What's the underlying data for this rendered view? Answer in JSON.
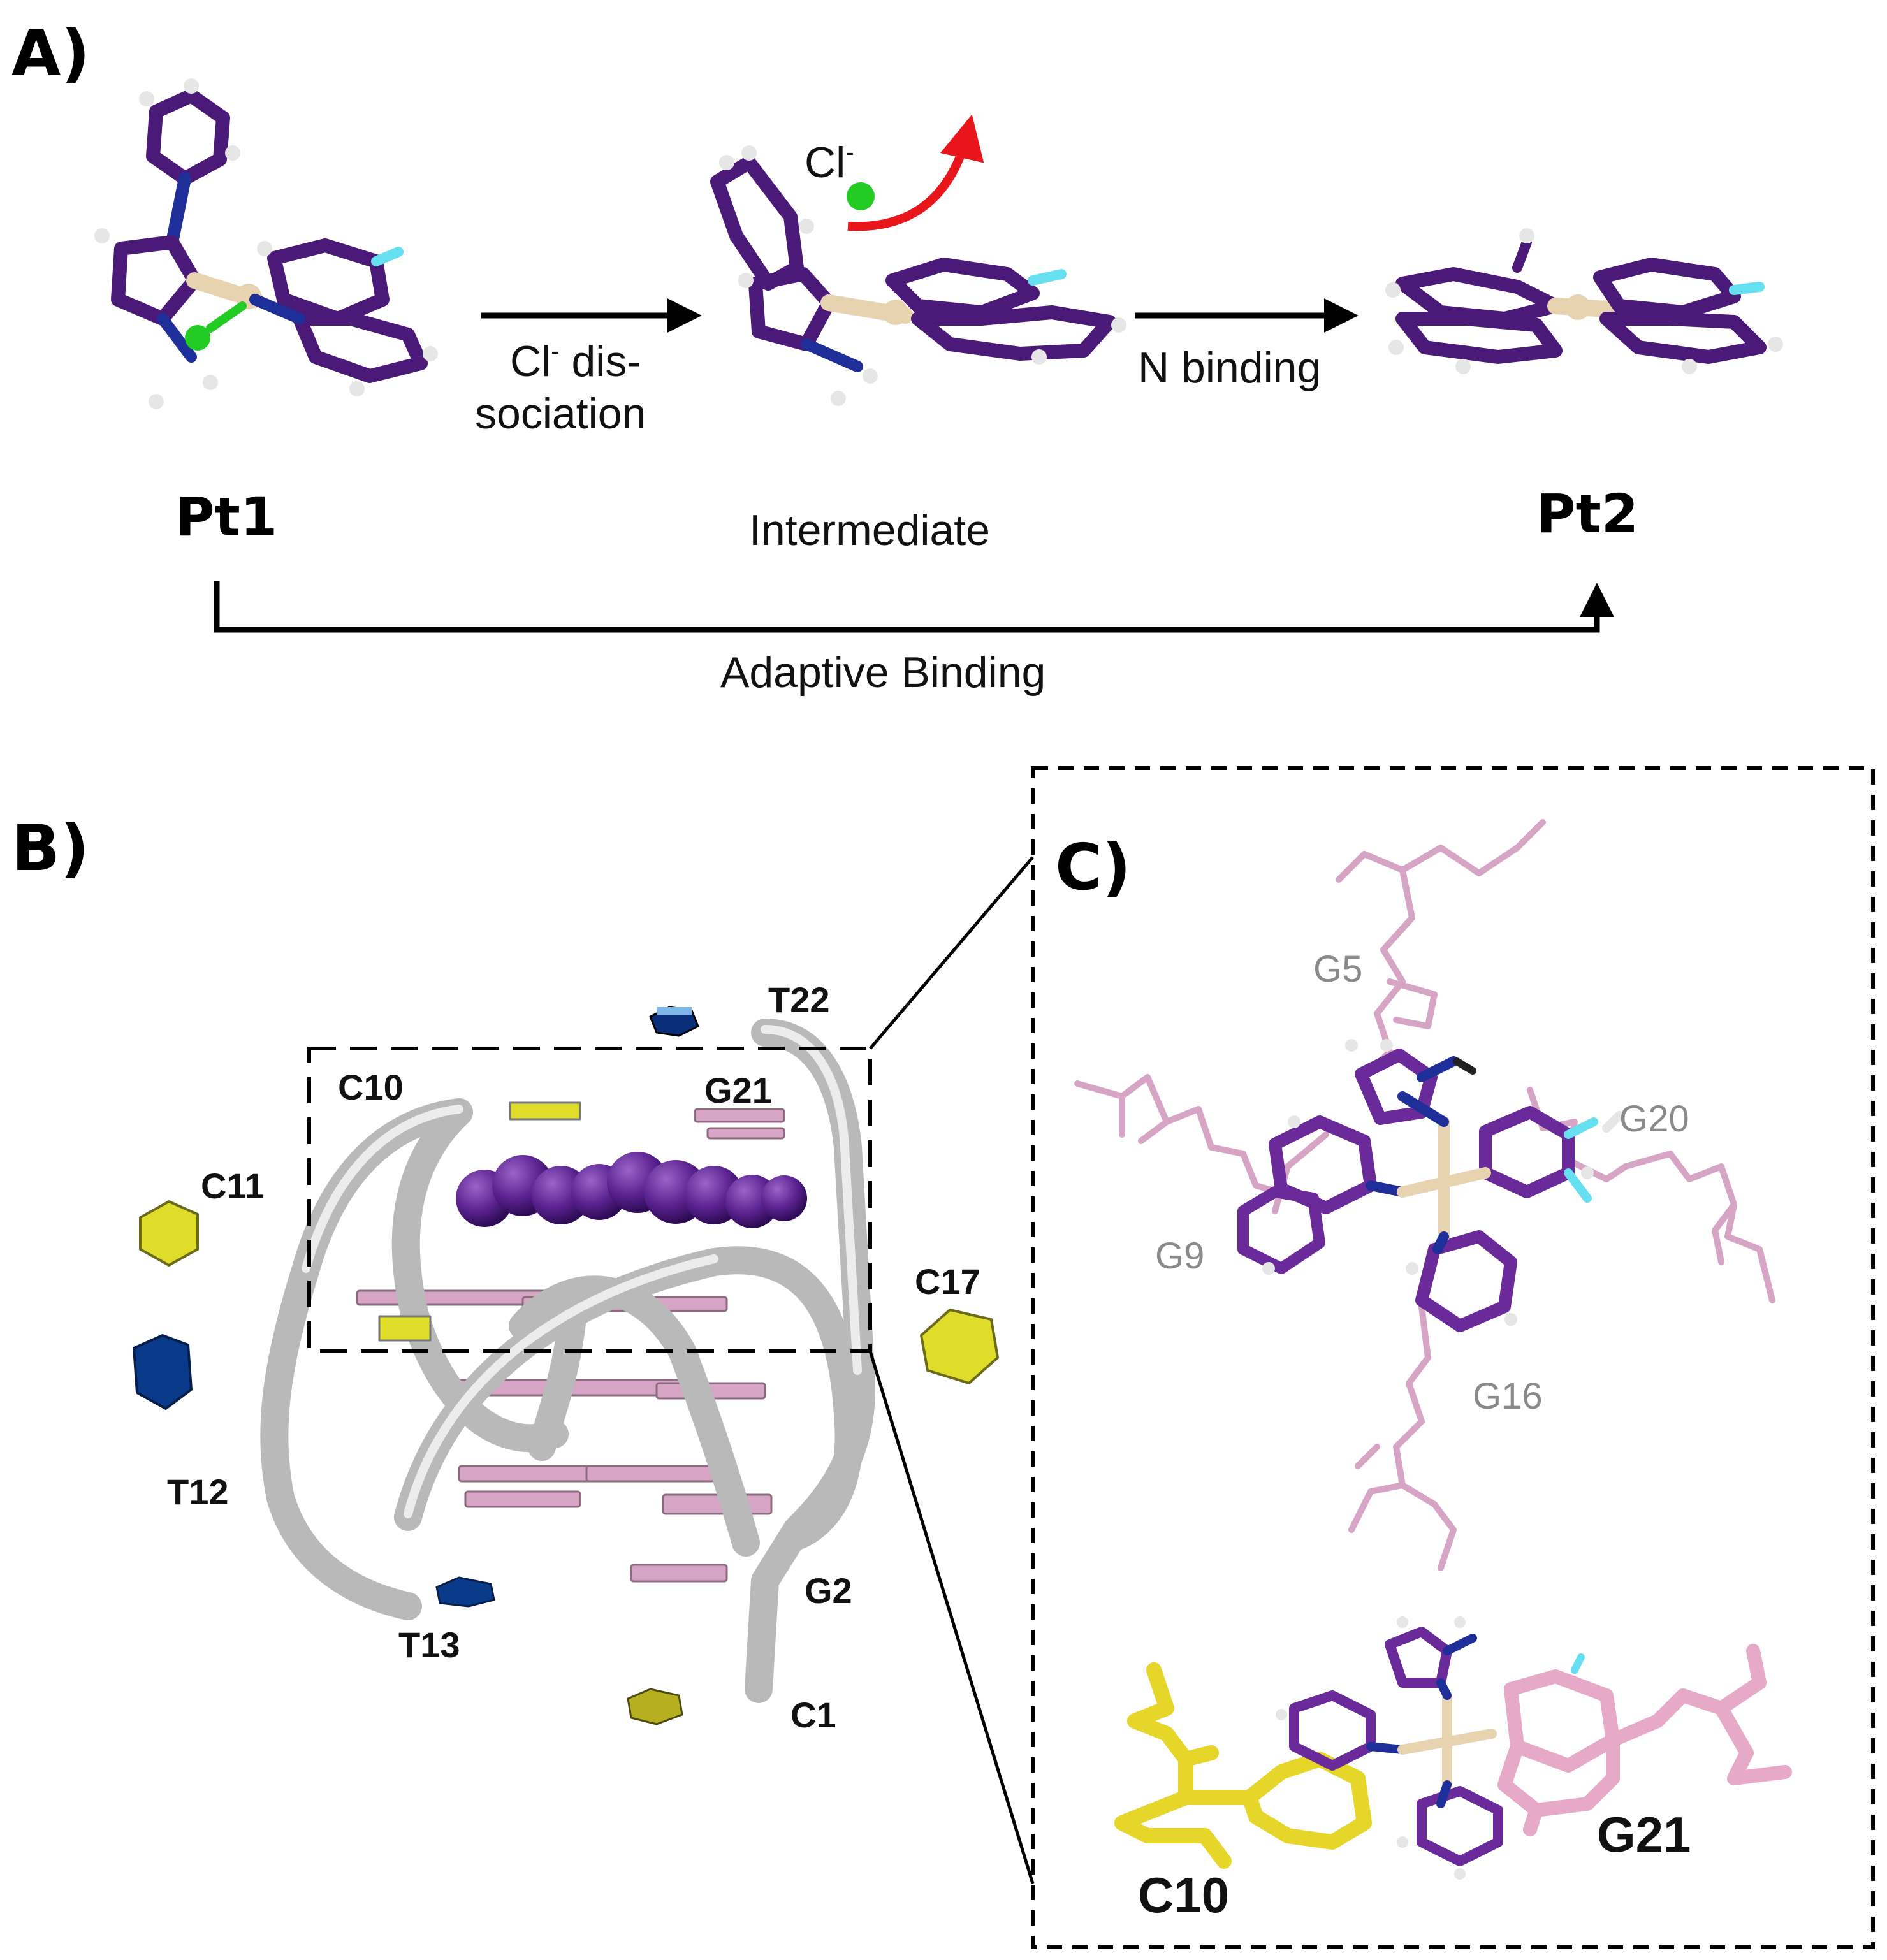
{
  "panels": {
    "a": "A)",
    "b": "B)",
    "c": "C)"
  },
  "scheme": {
    "pt1": "Pt1",
    "intermediate": "Intermediate",
    "pt2": "Pt2",
    "chloride": "Cl",
    "chloride_charge": "-",
    "step1_line1_prefix": "Cl",
    "step1_line1_charge": "-",
    "step1_line1_suffix": " dis-",
    "step1_line2": "sociation",
    "step2": "N binding",
    "adaptive": "Adaptive Binding"
  },
  "dna_labels": {
    "t22": "T22",
    "c10": "C10",
    "g21": "G21",
    "c11": "C11",
    "c17": "C17",
    "t12": "T12",
    "t13": "T13",
    "g2": "G2",
    "c1": "C1"
  },
  "zoom_top_labels": {
    "g5": "G5",
    "g20": "G20",
    "g9": "G9",
    "g16": "G16"
  },
  "zoom_bottom_labels": {
    "c10": "C10",
    "g21": "G21"
  },
  "colors": {
    "ligand_purple": "#4b1a78",
    "nitrogen_blue": "#1f2f9a",
    "platinum": "#e8d3b0",
    "chlorine_green": "#22cc22",
    "fluorine_cyan": "#66e0f0",
    "hydrogen_white": "#e6e6e6",
    "backbone_grey": "#c9c9c9",
    "guanine_pink": "#d6a4c4",
    "cytosine_yellow": "#e0dc2a",
    "thymine_blue": "#0a2f7a",
    "arrow_red": "#e8151b"
  }
}
